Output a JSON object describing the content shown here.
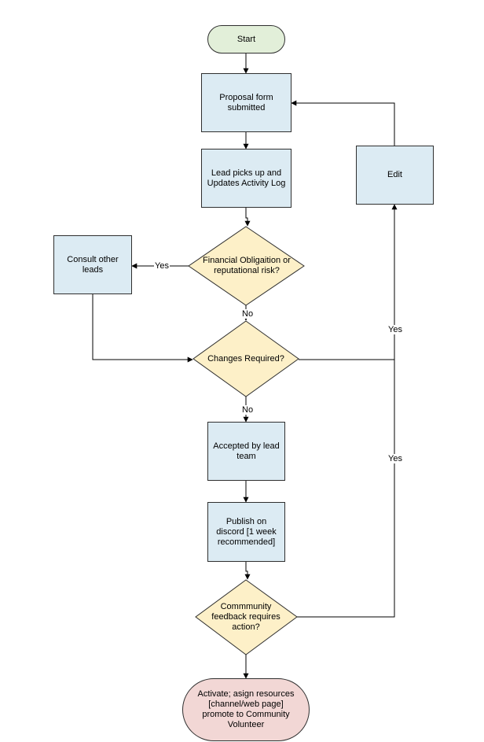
{
  "colors": {
    "process_fill": "#dcebf3",
    "decision_fill": "#fdf0c8",
    "start_fill": "#e2efd9",
    "end_fill": "#f2d7d5",
    "stroke": "#2f2f2f"
  },
  "nodes": {
    "start": "Start",
    "proposal": "Proposal form submitted",
    "lead_picks": "Lead picks up and Updates Activity Log",
    "financial": "Financial Obligaition or reputational risk?",
    "consult": "Consult other leads",
    "changes": "Changes Required?",
    "edit": "Edit",
    "accepted": "Accepted by lead team",
    "publish": "Publish on discord [1 week recommended]",
    "community": "Commmunity feedback requires action?",
    "activate": "Activate; asign resources [channel/web page] promote to Community Volunteer"
  },
  "edges": {
    "financial_yes": "Yes",
    "financial_no": "No",
    "changes_yes": "Yes",
    "changes_no": "No",
    "community_yes": "Yes"
  }
}
